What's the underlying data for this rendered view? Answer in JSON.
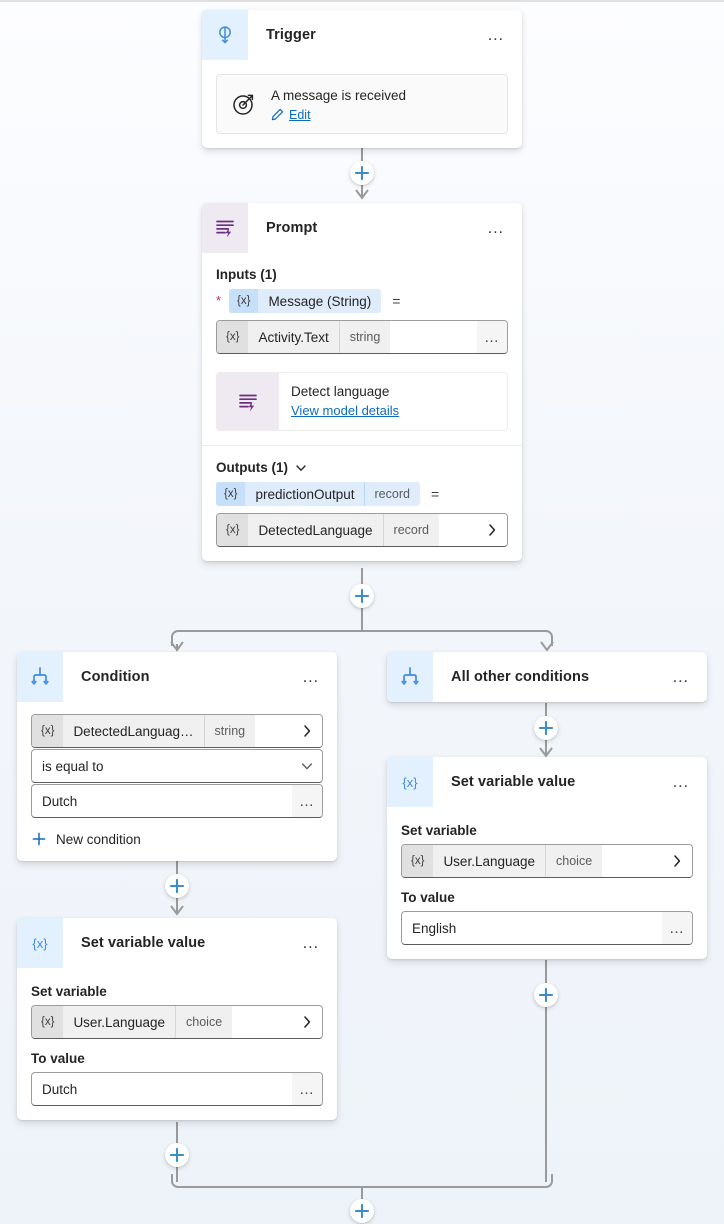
{
  "canvas": {
    "background_top": "#fcfdff",
    "background_bottom": "#eef3f9"
  },
  "accent": {
    "blue": "#0f6cbd",
    "icon_blue_bg": "#e3f0fd",
    "icon_purple_bg": "#efe9f2",
    "connector_gray": "#9a9a9a",
    "required_red": "#c4314b"
  },
  "nodes": {
    "trigger": {
      "title": "Trigger",
      "menu": "…",
      "icon": "trigger-bulb-icon",
      "event": {
        "title": "A message is received",
        "edit_label": "Edit",
        "icon": "target-arrow-icon",
        "edit_icon": "pencil-icon"
      }
    },
    "prompt": {
      "title": "Prompt",
      "menu": "…",
      "icon": "prompt-lines-bolt-icon",
      "inputs_label": "Inputs (1)",
      "input": {
        "required_marker": "*",
        "token": "{x}",
        "name": "Message (String)",
        "equals": "=",
        "value_token": "{x}",
        "value_name": "Activity.Text",
        "value_type": "string",
        "value_menu": "…"
      },
      "model": {
        "title": "Detect language",
        "link": "View model details",
        "icon": "prompt-lines-bolt-icon"
      },
      "outputs_label": "Outputs (1)",
      "output": {
        "token": "{x}",
        "name": "predictionOutput",
        "type": "record",
        "equals": "=",
        "value_token": "{x}",
        "value_name": "DetectedLanguage",
        "value_type": "record"
      }
    },
    "condition": {
      "title": "Condition",
      "menu": "…",
      "icon": "branch-condition-icon",
      "left_operand": {
        "token": "{x}",
        "name": "DetectedLanguag…",
        "type": "string"
      },
      "operator": "is equal to",
      "right_operand": "Dutch",
      "right_menu": "…",
      "new_condition_label": "New condition"
    },
    "all_other_conditions": {
      "title": "All other conditions",
      "menu": "…",
      "icon": "branch-condition-icon"
    },
    "set_variable_left": {
      "title": "Set variable value",
      "menu": "…",
      "icon": "variable-braces-icon",
      "set_variable_label": "Set variable",
      "variable": {
        "token": "{x}",
        "name": "User.Language",
        "type": "choice"
      },
      "to_value_label": "To value",
      "to_value": "Dutch",
      "to_value_menu": "…"
    },
    "set_variable_right": {
      "title": "Set variable value",
      "menu": "…",
      "icon": "variable-braces-icon",
      "set_variable_label": "Set variable",
      "variable": {
        "token": "{x}",
        "name": "User.Language",
        "type": "choice"
      },
      "to_value_label": "To value",
      "to_value": "English",
      "to_value_menu": "…"
    }
  },
  "connectors": {
    "add_step_label": "+",
    "buttons": [
      "add-step-after-trigger",
      "add-step-after-prompt",
      "add-step-after-all-other-conditions",
      "add-step-after-condition",
      "add-step-after-set-variable-left",
      "add-step-after-set-variable-right",
      "add-step-after-merge"
    ]
  }
}
